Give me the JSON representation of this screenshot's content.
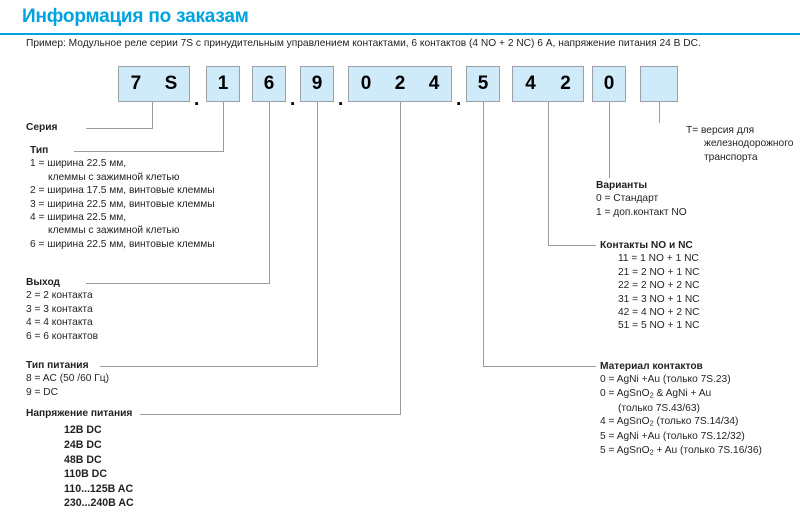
{
  "header": {
    "title": "Информация по заказам",
    "example": "Пример: Модульное реле серии 7S с принудительным управлением контактами, 6 контактов (4 NO + 2 NC) 6 A, напряжение питания 24 B DC.",
    "accent_color": "#00A3E0"
  },
  "code": {
    "box_fill": "#CFEBF9",
    "box_border": "#9aa0a3",
    "separator": ".",
    "boxes": [
      {
        "id": "series",
        "chars": [
          "7",
          "S"
        ],
        "empty": false
      },
      {
        "id": "type",
        "chars": [
          "1"
        ],
        "empty": false
      },
      {
        "id": "output",
        "chars": [
          "6"
        ],
        "empty": false
      },
      {
        "id": "supply-type",
        "chars": [
          "9"
        ],
        "empty": false
      },
      {
        "id": "supply-voltage",
        "chars": [
          "0",
          "2",
          "4"
        ],
        "empty": false
      },
      {
        "id": "contact-material",
        "chars": [
          "5"
        ],
        "empty": false
      },
      {
        "id": "no-nc-contacts",
        "chars": [
          "4",
          "2"
        ],
        "empty": false
      },
      {
        "id": "variants",
        "chars": [
          "0"
        ],
        "empty": false
      },
      {
        "id": "railway",
        "chars": [],
        "empty": true
      }
    ]
  },
  "left_sections": {
    "series": {
      "heading": "Серия",
      "rows": []
    },
    "type": {
      "heading": "Тип",
      "rows": [
        "1 = ширина 22.5 мм,",
        "клеммы с зажимной клетью",
        "2 = ширина 17.5 мм, винтовые клеммы",
        "3 = ширина 22.5 мм, винтовые клеммы",
        "4 = ширина 22.5 мм,",
        "клеммы с зажимной клетью",
        "6 = ширина 22.5 мм, винтовые клеммы"
      ],
      "indent_flags": [
        false,
        true,
        false,
        false,
        false,
        true,
        false
      ]
    },
    "output": {
      "heading": "Выход",
      "rows": [
        "2 = 2 контакта",
        "3 = 3 контакта",
        "4 = 4 контакта",
        "6 = 6 контактов"
      ]
    },
    "supply_type": {
      "heading": "Тип питания",
      "rows": [
        "8 = AC (50 /60 Гц)",
        "9 = DC"
      ]
    },
    "supply_voltage": {
      "heading": "Напряжение питания",
      "rows": [
        "12B DC",
        "24B DC",
        "48B DC",
        "110B DC",
        "110...125B AC",
        "230...240B AC"
      ]
    }
  },
  "right_sections": {
    "railway": {
      "rows": [
        "T= версия для",
        "железнодорожного",
        "транспорта"
      ],
      "indent_flags": [
        false,
        true,
        true
      ]
    },
    "variants": {
      "heading": "Варианты",
      "rows": [
        "0 = Стандарт",
        "1 = доп.контакт NO"
      ]
    },
    "no_nc": {
      "heading": "Контакты NO и NC",
      "rows": [
        "11 = 1 NO + 1 NC",
        "21 = 2 NO + 1 NC",
        "22 = 2 NO + 2 NC",
        "31 = 3 NO + 1 NC",
        "42 = 4 NO + 2 NC",
        "51 = 5 NO + 1 NC"
      ]
    },
    "material": {
      "heading": "Материал контактов",
      "rows_html": [
        "0 = AgNi +Au (только 7S.23)",
        "0 = AgSnO<sub>2</sub> &amp; AgNi + Au",
        "(только 7S.43/63)",
        "4 = AgSnO<sub>2</sub> (только 7S.14/34)",
        "5 = AgNi +Au (только 7S.12/32)",
        "5 = AgSnO<sub>2</sub> + Au (только 7S.16/36)"
      ],
      "indent_flags": [
        false,
        false,
        true,
        false,
        false,
        false
      ]
    }
  }
}
